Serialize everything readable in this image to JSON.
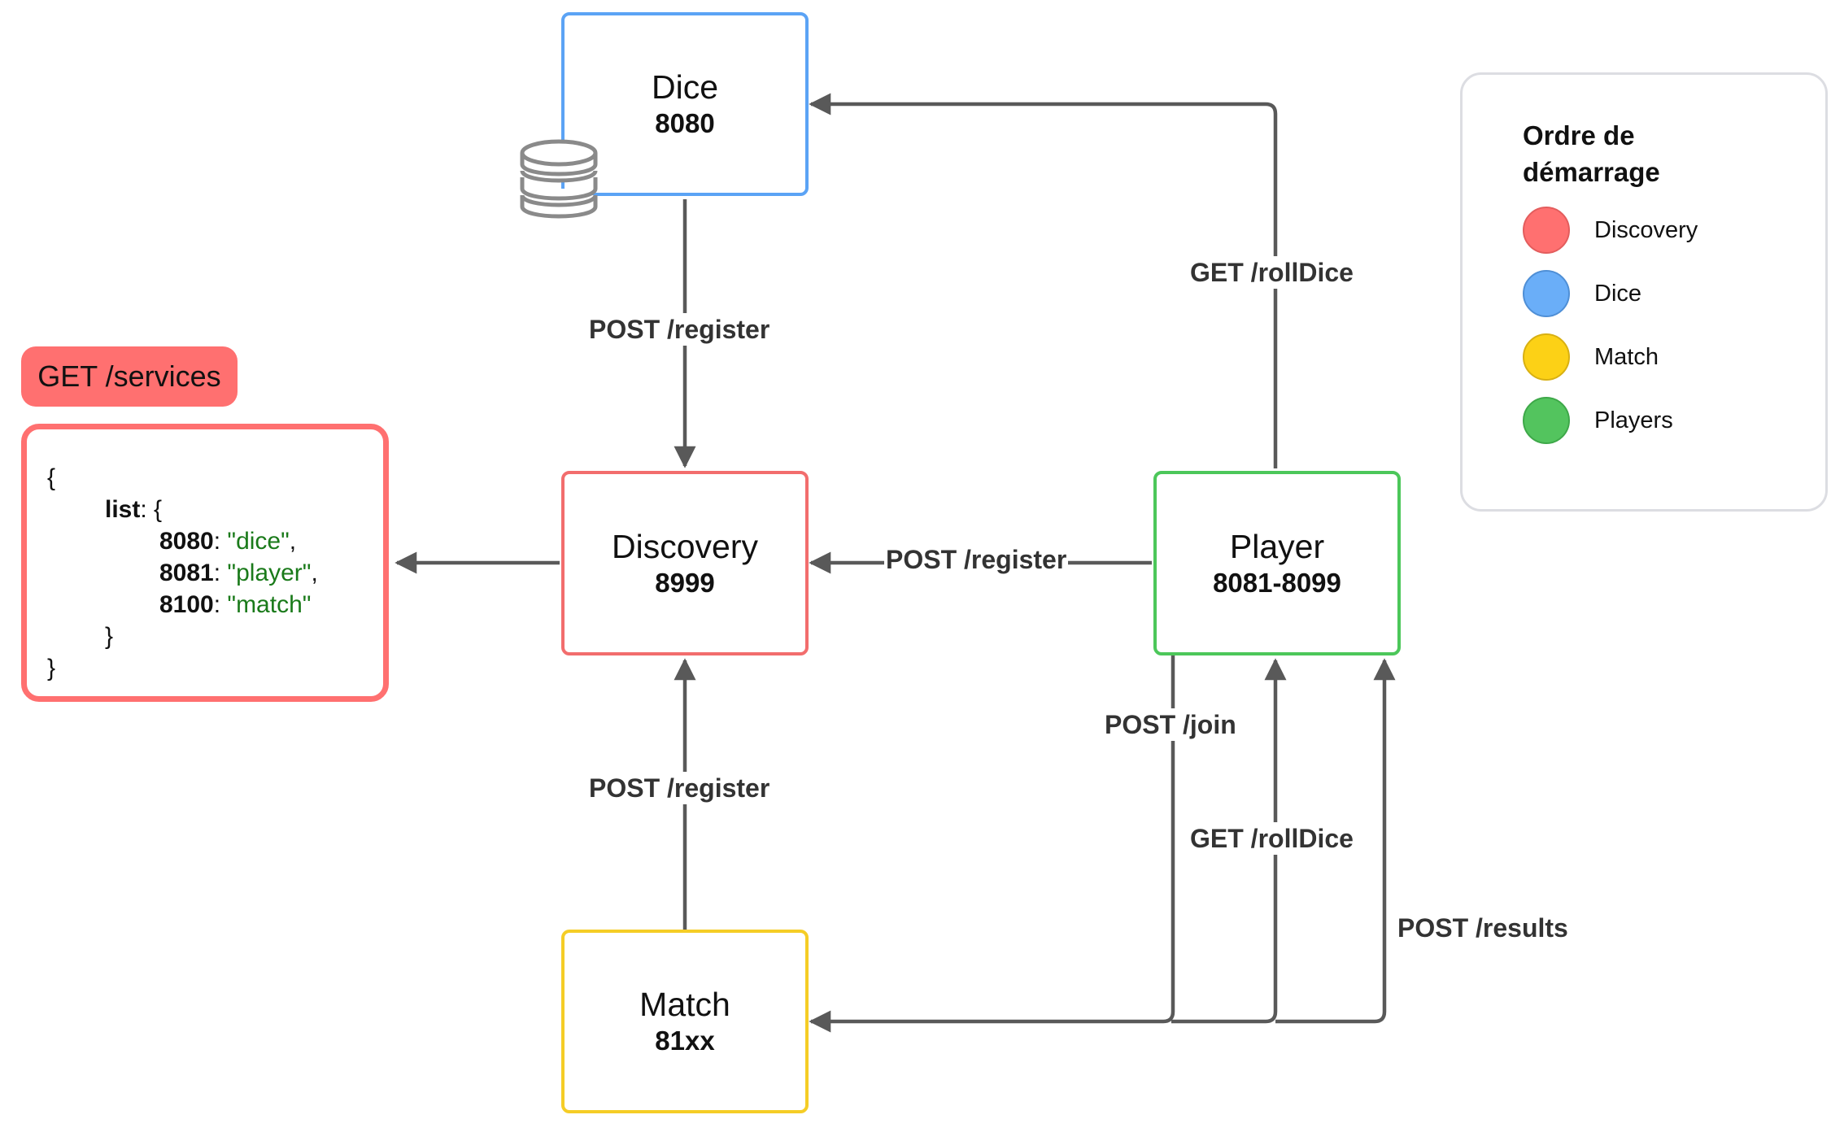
{
  "nodes": {
    "dice": {
      "name": "Dice",
      "port": "8080",
      "color": "#5ba3f5"
    },
    "discovery": {
      "name": "Discovery",
      "port": "8999",
      "color": "#f26d6d"
    },
    "player": {
      "name": "Player",
      "port": "8081-8099",
      "color": "#4cc75a"
    },
    "match": {
      "name": "Match",
      "port": "81xx",
      "color": "#f5cd26"
    }
  },
  "edges": {
    "dice_to_discovery": "POST /register",
    "player_to_dice": "GET /rollDice",
    "player_to_discovery": "POST /register",
    "match_to_discovery": "POST /register",
    "match_to_player_join": "POST /join",
    "match_to_player_rolldice": "GET /rollDice",
    "match_to_player_results": "POST /results"
  },
  "services": {
    "label": "GET /services",
    "json": {
      "open": "{",
      "list_key": "list",
      "list_open": ": {",
      "entries": [
        {
          "key": "8080",
          "value": "\"dice\"",
          "sep": ","
        },
        {
          "key": "8081",
          "value": "\"player\"",
          "sep": ","
        },
        {
          "key": "8100",
          "value": "\"match\"",
          "sep": ""
        }
      ],
      "inner_close": "}",
      "close": "}"
    }
  },
  "legend": {
    "title": "Ordre de démarrage",
    "items": [
      {
        "label": "Discovery",
        "color": "#ff7070"
      },
      {
        "label": "Dice",
        "color": "#6aaef8"
      },
      {
        "label": "Match",
        "color": "#fcd116"
      },
      {
        "label": "Players",
        "color": "#53c45e"
      }
    ]
  },
  "icons": {
    "database": "database-icon"
  },
  "colors": {
    "arrow": "#595959",
    "key_text": "#111111",
    "string_text": "#1a7a1a"
  }
}
